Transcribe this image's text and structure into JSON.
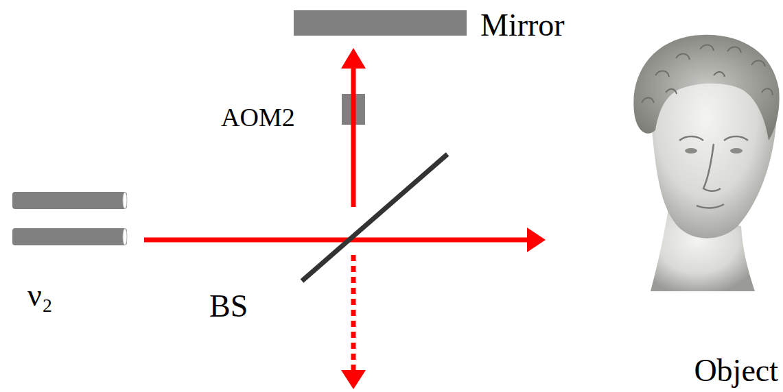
{
  "diagram": {
    "labels": [
      "Mirror",
      "AOM2",
      "ν₂",
      "BS",
      "Object"
    ]
  }
}
